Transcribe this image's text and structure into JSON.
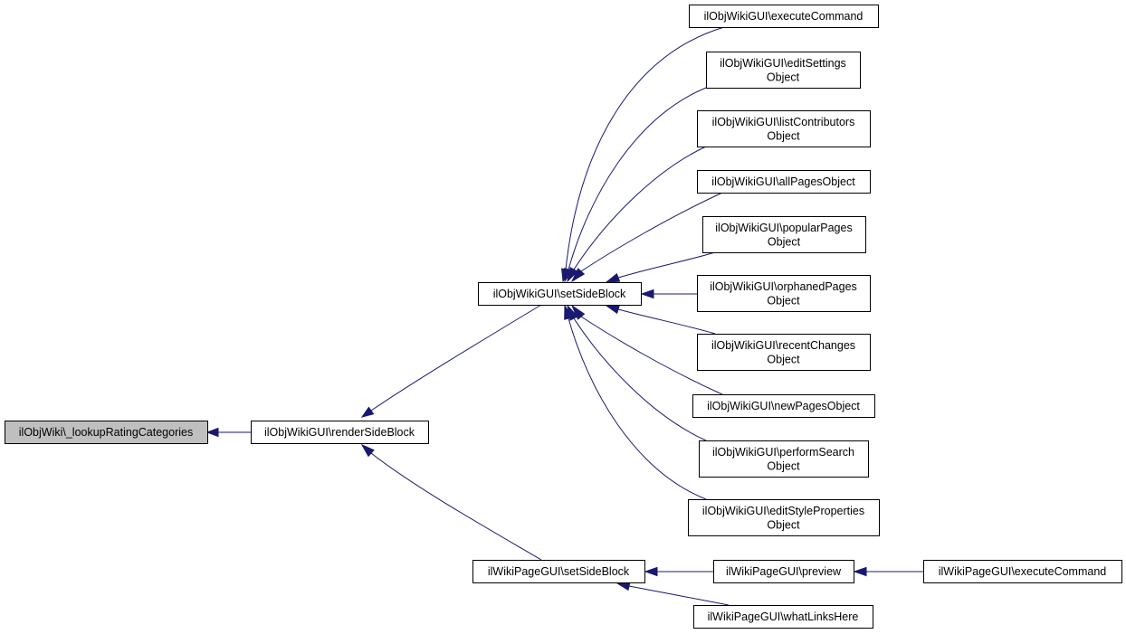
{
  "nodes": [
    {
      "id": "lookup",
      "lines": [
        "ilObjWiki\\_lookupRatingCategories"
      ],
      "focus": true
    },
    {
      "id": "renderSideBlock",
      "lines": [
        "ilObjWikiGUI\\renderSideBlock"
      ]
    },
    {
      "id": "objSetSideBlock",
      "lines": [
        "ilObjWikiGUI\\setSideBlock"
      ]
    },
    {
      "id": "pageSetSideBlock",
      "lines": [
        "ilWikiPageGUI\\setSideBlock"
      ]
    },
    {
      "id": "executeCommand",
      "lines": [
        "ilObjWikiGUI\\executeCommand"
      ]
    },
    {
      "id": "editSettings",
      "lines": [
        "ilObjWikiGUI\\editSettings",
        "Object"
      ]
    },
    {
      "id": "listContributors",
      "lines": [
        "ilObjWikiGUI\\listContributors",
        "Object"
      ]
    },
    {
      "id": "allPages",
      "lines": [
        "ilObjWikiGUI\\allPagesObject"
      ]
    },
    {
      "id": "popularPages",
      "lines": [
        "ilObjWikiGUI\\popularPages",
        "Object"
      ]
    },
    {
      "id": "orphanedPages",
      "lines": [
        "ilObjWikiGUI\\orphanedPages",
        "Object"
      ]
    },
    {
      "id": "recentChanges",
      "lines": [
        "ilObjWikiGUI\\recentChanges",
        "Object"
      ]
    },
    {
      "id": "newPages",
      "lines": [
        "ilObjWikiGUI\\newPagesObject"
      ]
    },
    {
      "id": "performSearch",
      "lines": [
        "ilObjWikiGUI\\performSearch",
        "Object"
      ]
    },
    {
      "id": "editStyleProps",
      "lines": [
        "ilObjWikiGUI\\editStyleProperties",
        "Object"
      ]
    },
    {
      "id": "preview",
      "lines": [
        "ilWikiPageGUI\\preview"
      ]
    },
    {
      "id": "whatLinksHere",
      "lines": [
        "ilWikiPageGUI\\whatLinksHere"
      ]
    },
    {
      "id": "pageExecuteCommand",
      "lines": [
        "ilWikiPageGUI\\executeCommand"
      ]
    }
  ],
  "edges": [
    {
      "from": "renderSideBlock",
      "to": "lookup"
    },
    {
      "from": "objSetSideBlock",
      "to": "renderSideBlock"
    },
    {
      "from": "pageSetSideBlock",
      "to": "renderSideBlock"
    },
    {
      "from": "executeCommand",
      "to": "objSetSideBlock"
    },
    {
      "from": "editSettings",
      "to": "objSetSideBlock"
    },
    {
      "from": "listContributors",
      "to": "objSetSideBlock"
    },
    {
      "from": "allPages",
      "to": "objSetSideBlock"
    },
    {
      "from": "popularPages",
      "to": "objSetSideBlock"
    },
    {
      "from": "orphanedPages",
      "to": "objSetSideBlock"
    },
    {
      "from": "recentChanges",
      "to": "objSetSideBlock"
    },
    {
      "from": "newPages",
      "to": "objSetSideBlock"
    },
    {
      "from": "performSearch",
      "to": "objSetSideBlock"
    },
    {
      "from": "editStyleProps",
      "to": "objSetSideBlock"
    },
    {
      "from": "preview",
      "to": "pageSetSideBlock"
    },
    {
      "from": "whatLinksHere",
      "to": "pageSetSideBlock"
    },
    {
      "from": "pageExecuteCommand",
      "to": "preview"
    }
  ],
  "colors": {
    "edge": "#191970",
    "focus_fill": "#bfbfbf",
    "node_fill": "#ffffff",
    "node_stroke": "#000000"
  }
}
